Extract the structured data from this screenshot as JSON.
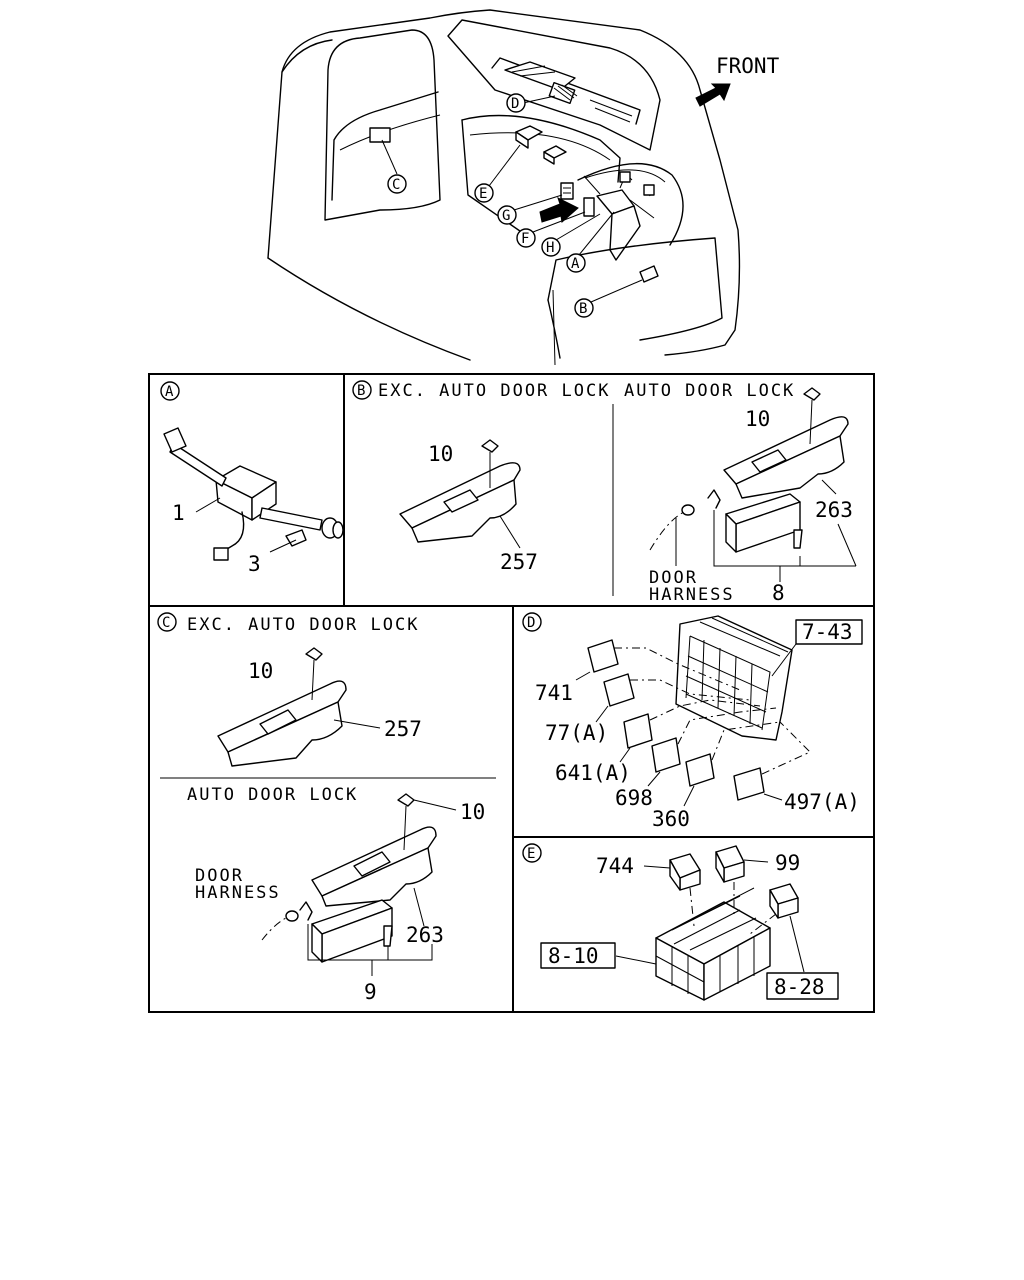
{
  "overview": {
    "front_label": "FRONT",
    "callouts": [
      "A",
      "B",
      "C",
      "D",
      "E",
      "F",
      "G",
      "H"
    ]
  },
  "panels": {
    "A": {
      "letter": "A",
      "parts": [
        "1",
        "3"
      ]
    },
    "B": {
      "letter": "B",
      "left_title": "EXC. AUTO DOOR LOCK",
      "right_title": "AUTO DOOR LOCK",
      "left_parts": [
        "10",
        "257"
      ],
      "right_parts": [
        "10",
        "263",
        "8"
      ],
      "door_harness": [
        "DOOR",
        "HARNESS"
      ]
    },
    "C": {
      "letter": "C",
      "top_title": "EXC. AUTO DOOR LOCK",
      "bottom_title": "AUTO DOOR LOCK",
      "top_parts": [
        "10",
        "257"
      ],
      "bottom_parts": [
        "10",
        "263",
        "9"
      ],
      "door_harness": [
        "DOOR",
        "HARNESS"
      ]
    },
    "D": {
      "letter": "D",
      "ref_box": "7-43",
      "parts": [
        "741",
        "77(A)",
        "641(A)",
        "698",
        "360",
        "497(A)"
      ]
    },
    "E": {
      "letter": "E",
      "parts": [
        "744",
        "99"
      ],
      "ref_boxes": [
        "8-10",
        "8-28"
      ]
    }
  }
}
